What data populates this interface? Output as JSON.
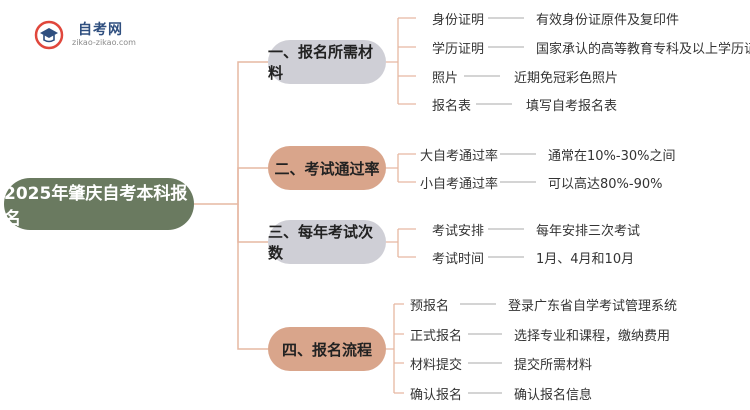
{
  "logo": {
    "title": "自考网",
    "subtitle": "zikao-zikao.com",
    "icon": "graduation-cap-icon"
  },
  "root": {
    "label": "2025年肇庆自考本科报名"
  },
  "colors": {
    "root": "#6a7a60",
    "branch_gray": "#cfcfd6",
    "branch_peach": "#d9a58b",
    "connector": "#e6b8a2",
    "leaf_line": "#a9a9a9",
    "logo_red": "#e0473c",
    "logo_blue": "#2f4f7f"
  },
  "branches": [
    {
      "label": "一、报名所需材料",
      "items": [
        {
          "label": "身份证明",
          "value": "有效身份证原件及复印件"
        },
        {
          "label": "学历证明",
          "value": "国家承认的高等教育专科及以上学历证书"
        },
        {
          "label": "照片",
          "value": "近期免冠彩色照片"
        },
        {
          "label": "报名表",
          "value": "填写自考报名表"
        }
      ]
    },
    {
      "label": "二、考试通过率",
      "items": [
        {
          "label": "大自考通过率",
          "value": "通常在10%-30%之间"
        },
        {
          "label": "小自考通过率",
          "value": "可以高达80%-90%"
        }
      ]
    },
    {
      "label": "三、每年考试次数",
      "items": [
        {
          "label": "考试安排",
          "value": "每年安排三次考试"
        },
        {
          "label": "考试时间",
          "value": "1月、4月和10月"
        }
      ]
    },
    {
      "label": "四、报名流程",
      "items": [
        {
          "label": "预报名",
          "value": "登录广东省自学考试管理系统"
        },
        {
          "label": "正式报名",
          "value": "选择专业和课程，缴纳费用"
        },
        {
          "label": "材料提交",
          "value": "提交所需材料"
        },
        {
          "label": "确认报名",
          "value": "确认报名信息"
        }
      ]
    }
  ]
}
